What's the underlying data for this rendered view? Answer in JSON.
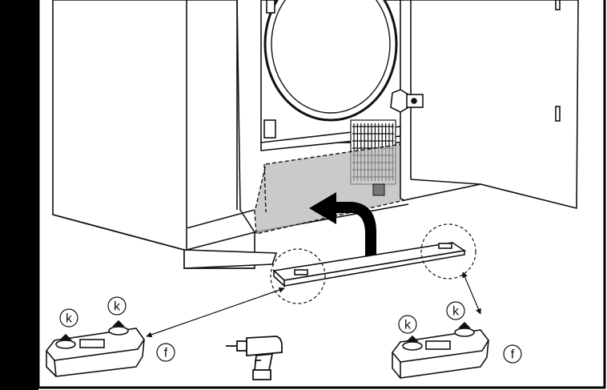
{
  "callouts": {
    "k_left_a": "k",
    "k_left_b": "k",
    "f_left": "f",
    "k_right_a": "k",
    "k_right_b": "k",
    "f_right": "f"
  },
  "colors": {
    "frame": "#000000",
    "line": "#111111",
    "shade": "#b3b3b3",
    "panel_fill": "#ffffff",
    "arrow": "#000000"
  },
  "icons": {
    "drill": "power-drill-icon",
    "arrow": "curved-arrow-icon"
  }
}
